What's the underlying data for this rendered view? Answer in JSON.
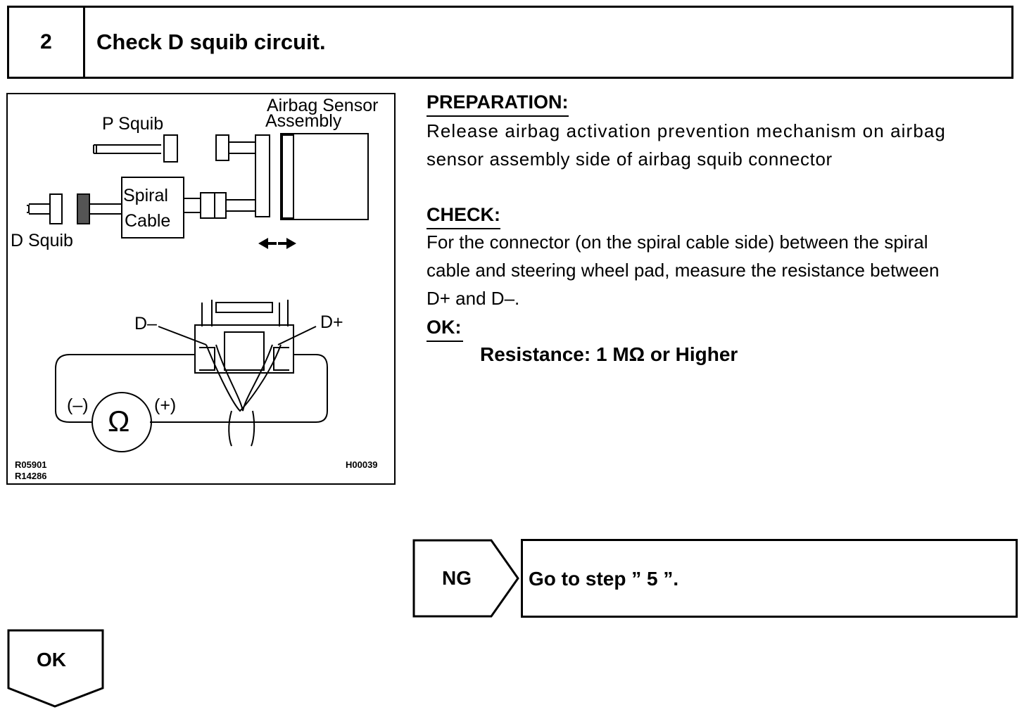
{
  "step": {
    "number": "2",
    "title": "Check D squib circuit."
  },
  "figure": {
    "labels": {
      "airbag_sensor_line1": "Airbag Sensor",
      "airbag_sensor_line2": "Assembly",
      "p_squib": "P Squib",
      "spiral_line1": "Spiral",
      "spiral_line2": "Cable",
      "d_squib": "D Squib",
      "d_minus": "D–",
      "d_plus": "D+",
      "minus_terminal": "(–)",
      "plus_terminal": "(+)",
      "ohm": "Ω"
    },
    "codes": {
      "code1": "R05901",
      "code2": "R14286",
      "code3": "H00039"
    }
  },
  "preparation": {
    "heading": "PREPARATION:",
    "line1": "Release airbag activation prevention mechanism on airbag",
    "line2": "sensor assembly side of airbag squib connector"
  },
  "check": {
    "heading": "CHECK:",
    "line1": "For the connector (on the spiral cable side) between the spiral",
    "line2": "cable and steering wheel pad, measure the resistance between",
    "line3": "D+ and D–."
  },
  "ok": {
    "heading": "OK:",
    "spec": "Resistance: 1 MΩ  or Higher"
  },
  "ng_branch": {
    "label": "NG",
    "text": "Go to step ” 5 ”."
  },
  "ok_branch": {
    "label": "OK"
  }
}
